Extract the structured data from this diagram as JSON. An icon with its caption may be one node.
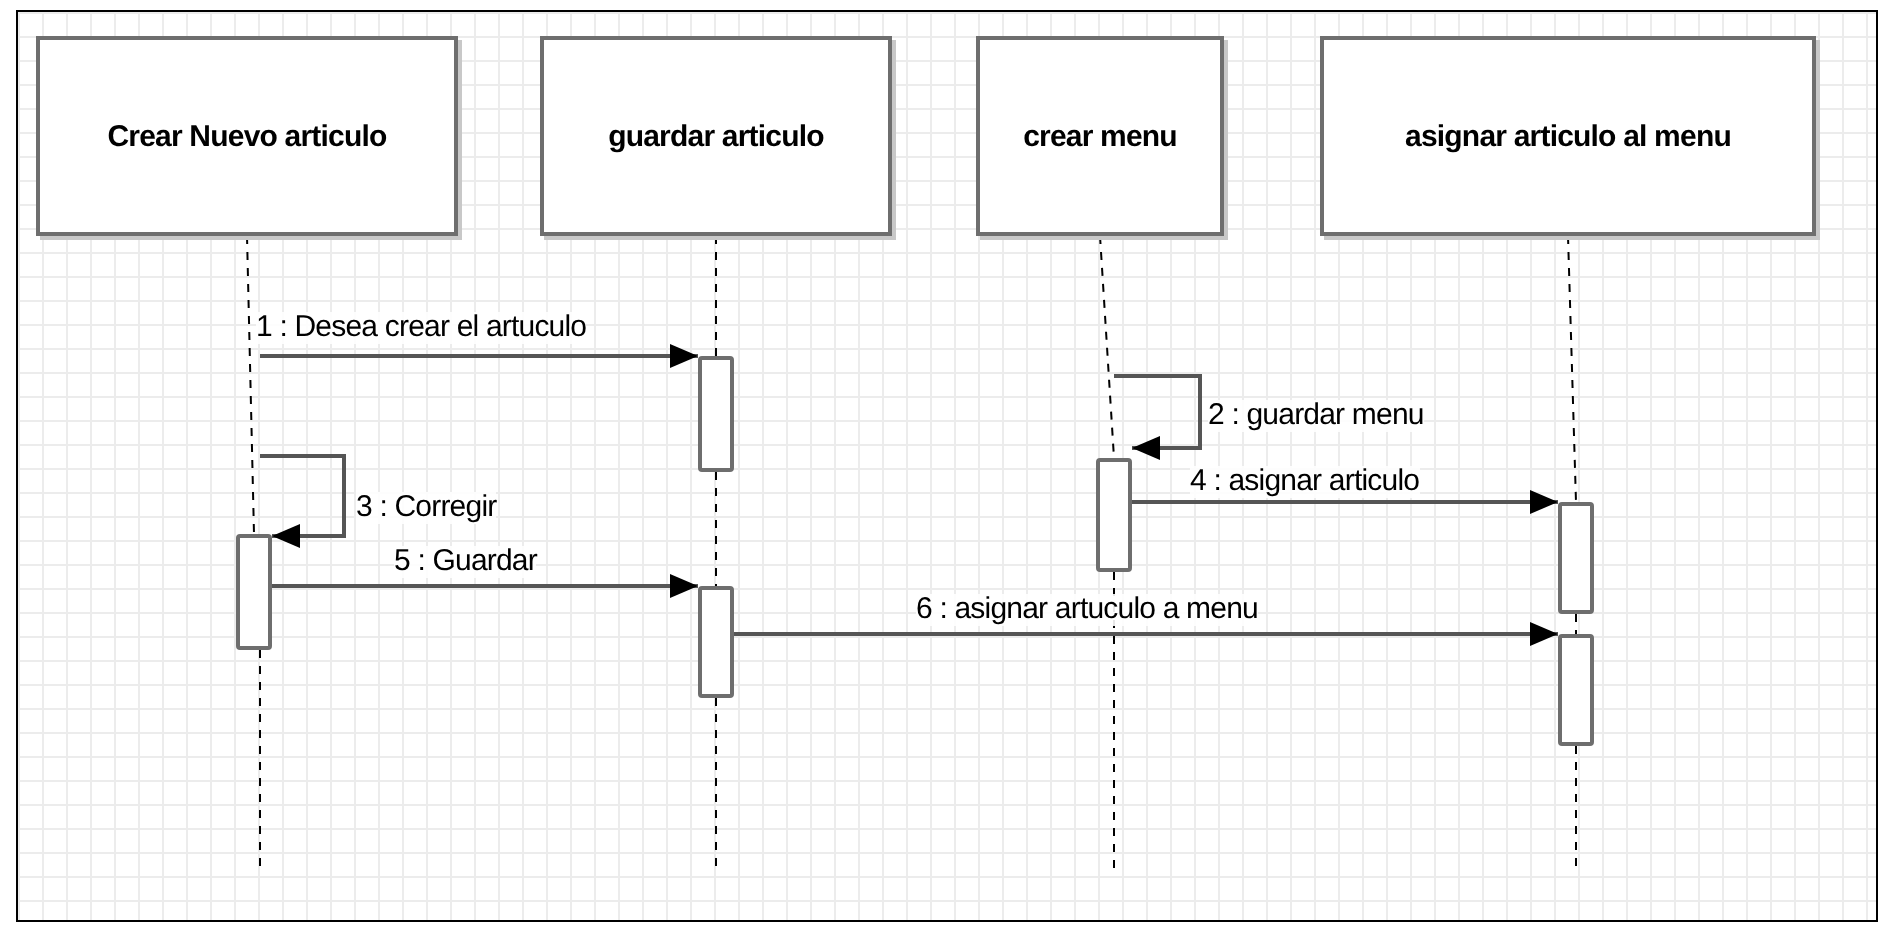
{
  "diagram": {
    "nodes": [
      {
        "text": [
          "Crear Nuevo articulo"
        ]
      },
      {
        "text": [
          "guardar articulo"
        ]
      },
      {
        "text": [
          "crear menu"
        ]
      },
      {
        "text": [
          "asignar articulo al menu"
        ]
      },
      {
        "text": [],
        "shape": "bar"
      },
      {
        "text": [],
        "shape": "bar"
      },
      {
        "text": [],
        "shape": "bar"
      },
      {
        "text": [],
        "shape": "bar"
      },
      {
        "text": [],
        "shape": "bar"
      },
      {
        "text": [],
        "shape": "bar"
      }
    ],
    "edges": [
      {
        "from": null,
        "to": 4,
        "arrow": "to",
        "label": "1 : Desea crear el artuculo"
      },
      {
        "from": null,
        "to": 5,
        "arrow": "to",
        "label": "2 : guardar menu"
      },
      {
        "from": null,
        "to": 7,
        "arrow": "to",
        "label": "3 : Corregir"
      },
      {
        "from": 5,
        "to": 6,
        "arrow": "to",
        "label": "4 : asignar articulo"
      },
      {
        "from": 7,
        "to": 8,
        "arrow": "to",
        "label": "5 : Guardar"
      },
      {
        "from": 8,
        "to": 9,
        "arrow": "to",
        "label": "6 : asignar artuculo a menu"
      },
      {
        "from": 0,
        "to": 7,
        "arrow": "none",
        "style": "dashed"
      },
      {
        "from": 1,
        "to": 4,
        "arrow": "none",
        "style": "dashed"
      },
      {
        "from": 4,
        "to": 8,
        "arrow": "none",
        "style": "dashed"
      },
      {
        "from": 2,
        "to": 5,
        "arrow": "none",
        "style": "dashed"
      },
      {
        "from": 3,
        "to": 6,
        "arrow": "none",
        "style": "dashed"
      },
      {
        "from": 6,
        "to": 9,
        "arrow": "none",
        "style": "dashed"
      }
    ]
  }
}
